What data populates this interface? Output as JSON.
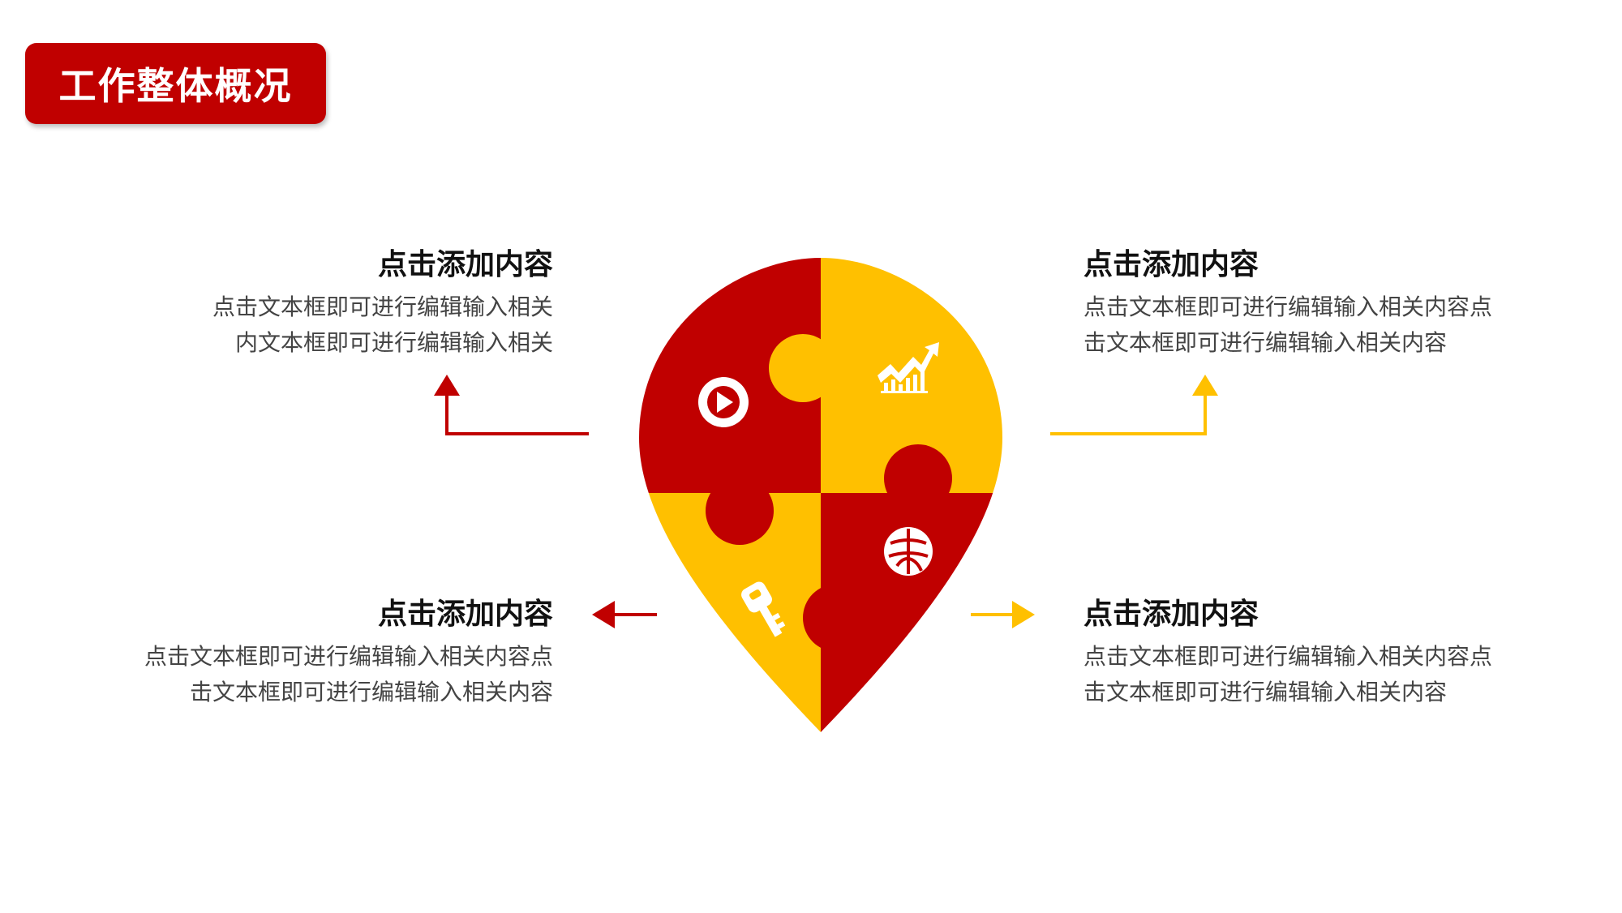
{
  "page_title": "工作整体概况",
  "colors": {
    "red": "#c00000",
    "yellow": "#ffc000",
    "text_dark": "#111111",
    "text_body": "#444444"
  },
  "blocks": [
    {
      "heading": "点击添加内容",
      "lines": [
        "点击文本框即可进行编辑输入相关",
        "内文本框即可进行编辑输入相关"
      ]
    },
    {
      "heading": "点击添加内容",
      "lines": [
        "点击文本框即可进行编辑输入相关内容点",
        "击文本框即可进行编辑输入相关内容"
      ]
    },
    {
      "heading": "点击添加内容",
      "lines": [
        "点击文本框即可进行编辑输入相关内容点",
        "击文本框即可进行编辑输入相关内容"
      ]
    },
    {
      "heading": "点击添加内容",
      "lines": [
        "点击文本框即可进行编辑输入相关内容点",
        "击文本框即可进行编辑输入相关内容"
      ]
    }
  ],
  "puzzle_icons": [
    "play-icon",
    "growth-chart-icon",
    "key-icon",
    "basketball-icon"
  ]
}
